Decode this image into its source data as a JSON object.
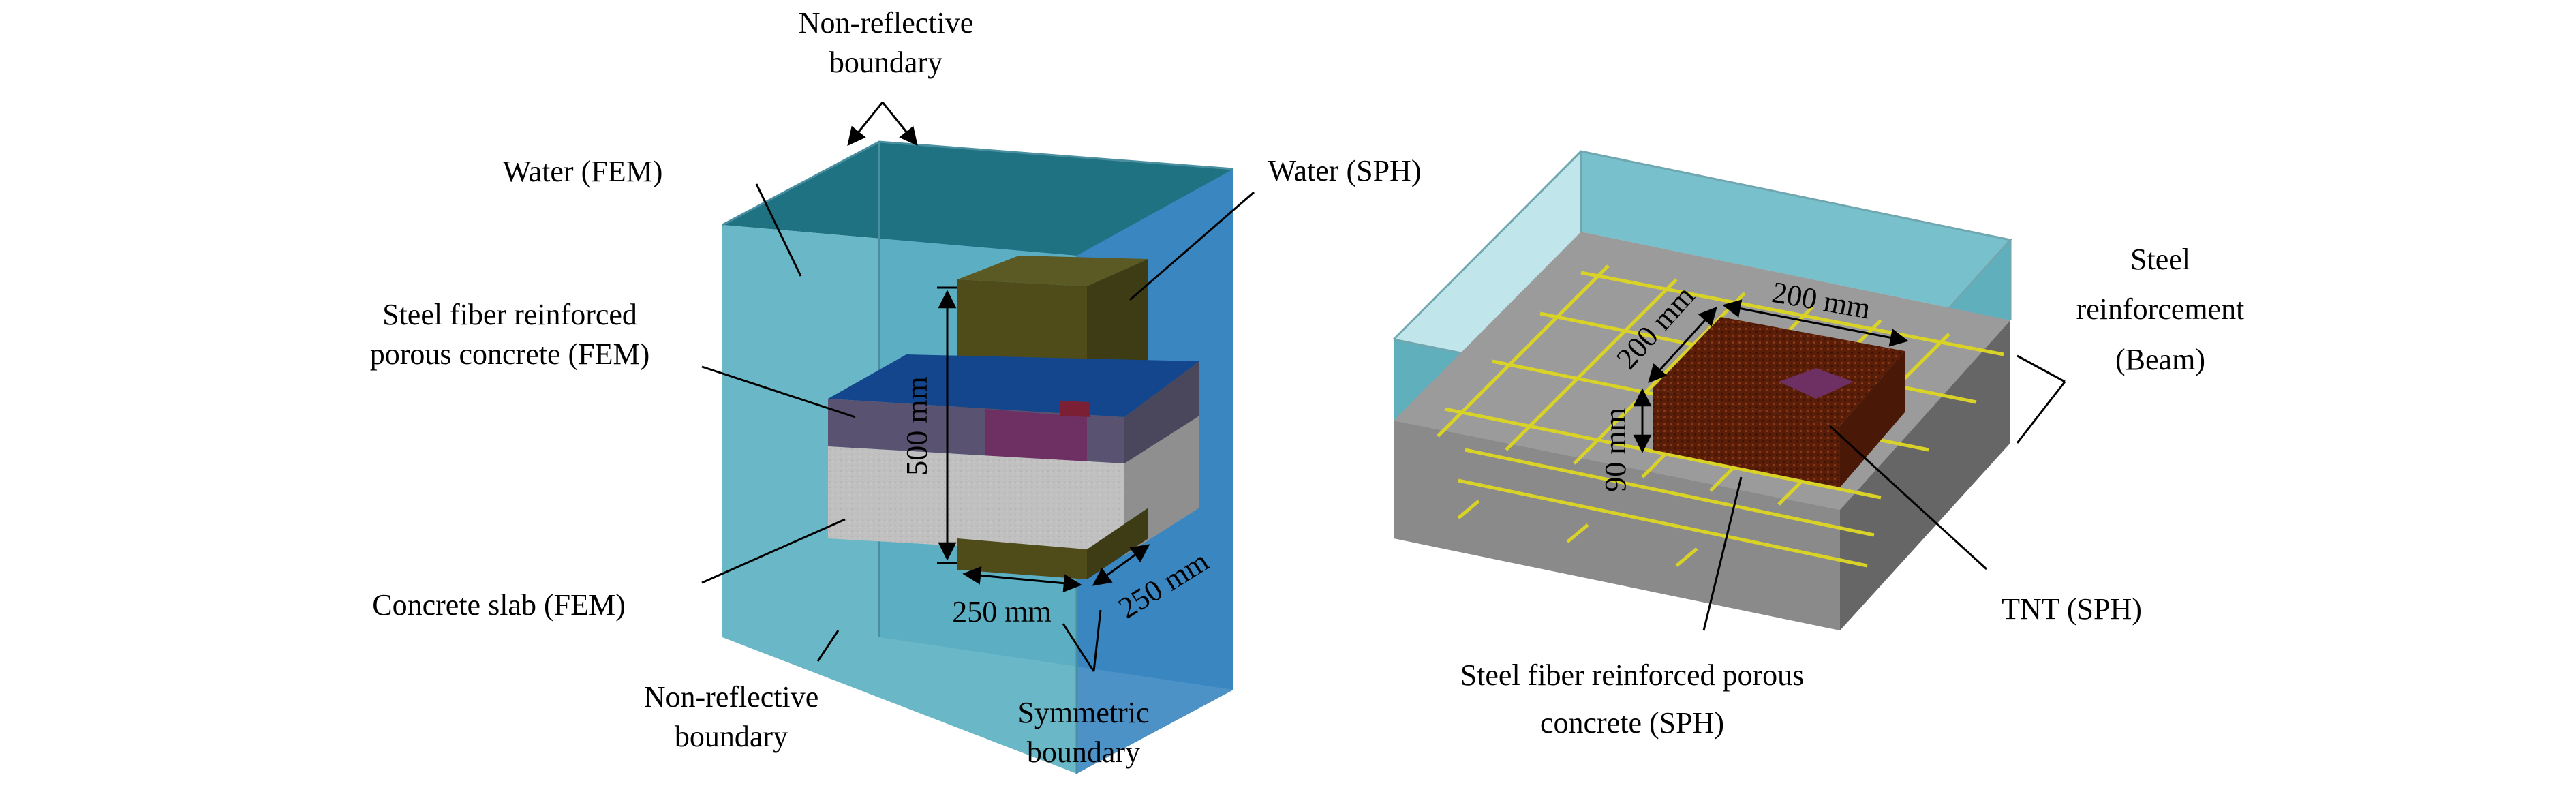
{
  "colors": {
    "water_front": "#5fb3c3",
    "water_top": "#1f7282",
    "water_side": "#3a86c1",
    "water_right_block": "#5fb0bc",
    "concrete_top": "#9b9b9b",
    "concrete_front": "#8a8a8a",
    "concrete_side": "#666666",
    "slab_front": "#bdbdbd",
    "porous_front": "#595270",
    "porous_top": "#14468e",
    "sph_water": "#4f4c1a",
    "sph_magenta": "#6e2f63",
    "sph_mesh": "#5a1e08",
    "rebar": "#d9d227",
    "line": "#000000"
  },
  "left_model": {
    "labels": {
      "nonreflective_top": [
        "Non-reflective",
        "boundary"
      ],
      "water_fem": "Water (FEM)",
      "water_sph": "Water (SPH)",
      "sfrpc_fem": [
        "Steel fiber reinforced",
        "porous concrete (FEM)"
      ],
      "concrete_slab": "Concrete slab (FEM)",
      "nonreflective_bottom": [
        "Non-reflective",
        "boundary"
      ],
      "symmetric": [
        "Symmetric",
        "boundary"
      ]
    },
    "dimensions": {
      "height": "500 mm",
      "width": "250 mm",
      "depth": "250 mm"
    }
  },
  "right_model": {
    "labels": {
      "steel_reinforcement": [
        "Steel",
        "reinforcement",
        "(Beam)"
      ],
      "tnt": "TNT (SPH)",
      "sfrpc_sph": [
        "Steel fiber reinforced porous",
        "concrete (SPH)"
      ]
    },
    "dimensions": {
      "width": "200 mm",
      "depth": "200 mm",
      "height": "90 mm"
    }
  }
}
